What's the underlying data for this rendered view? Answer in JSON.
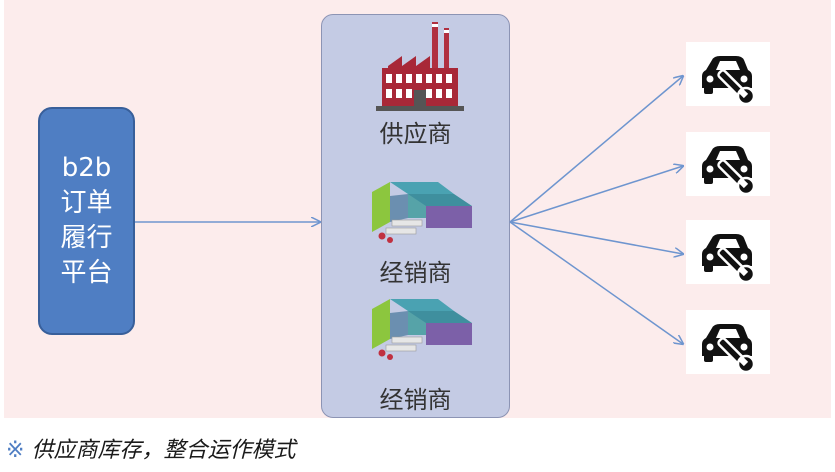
{
  "platform": {
    "lines": [
      "b2b",
      "订单",
      "履行",
      "平台"
    ]
  },
  "hub": {
    "supplier_label": "供应商",
    "dealer_labels": [
      "经销商",
      "经销商"
    ]
  },
  "cars": [
    {
      "icon": "car-service-icon"
    },
    {
      "icon": "car-service-icon"
    },
    {
      "icon": "car-service-icon"
    },
    {
      "icon": "car-service-icon"
    }
  ],
  "caption": {
    "mark": "※",
    "text": "供应商库存，整合运作模式"
  },
  "colors": {
    "platform_fill": "#4f7ec3",
    "hub_fill": "#c4cbe4",
    "edge": "#6e95cf",
    "panel": "#fcecec"
  }
}
